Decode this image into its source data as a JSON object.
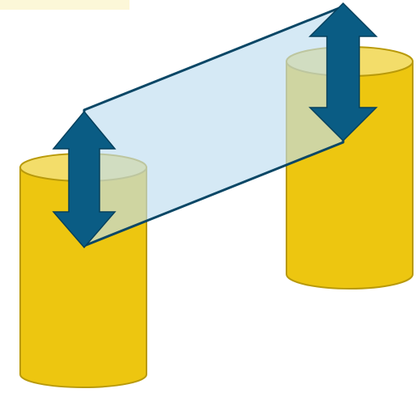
{
  "diagram": {
    "shapes": [
      "left-cylinder",
      "right-cylinder",
      "connecting-parallelogram",
      "left-double-arrow",
      "right-double-arrow"
    ],
    "colors": {
      "cylinder_fill": "#EDC610",
      "cylinder_top": "#F3DD6A",
      "cylinder_stroke": "#B99A0A",
      "panel_fill": "#BFDDEF",
      "panel_stroke": "#0A4766",
      "arrow_fill": "#0A5C84",
      "arrow_stroke": "#06405D",
      "corner_highlight": "#F7E98E"
    },
    "icons": [
      "double-headed-vertical-arrow",
      "double-headed-vertical-arrow"
    ]
  }
}
